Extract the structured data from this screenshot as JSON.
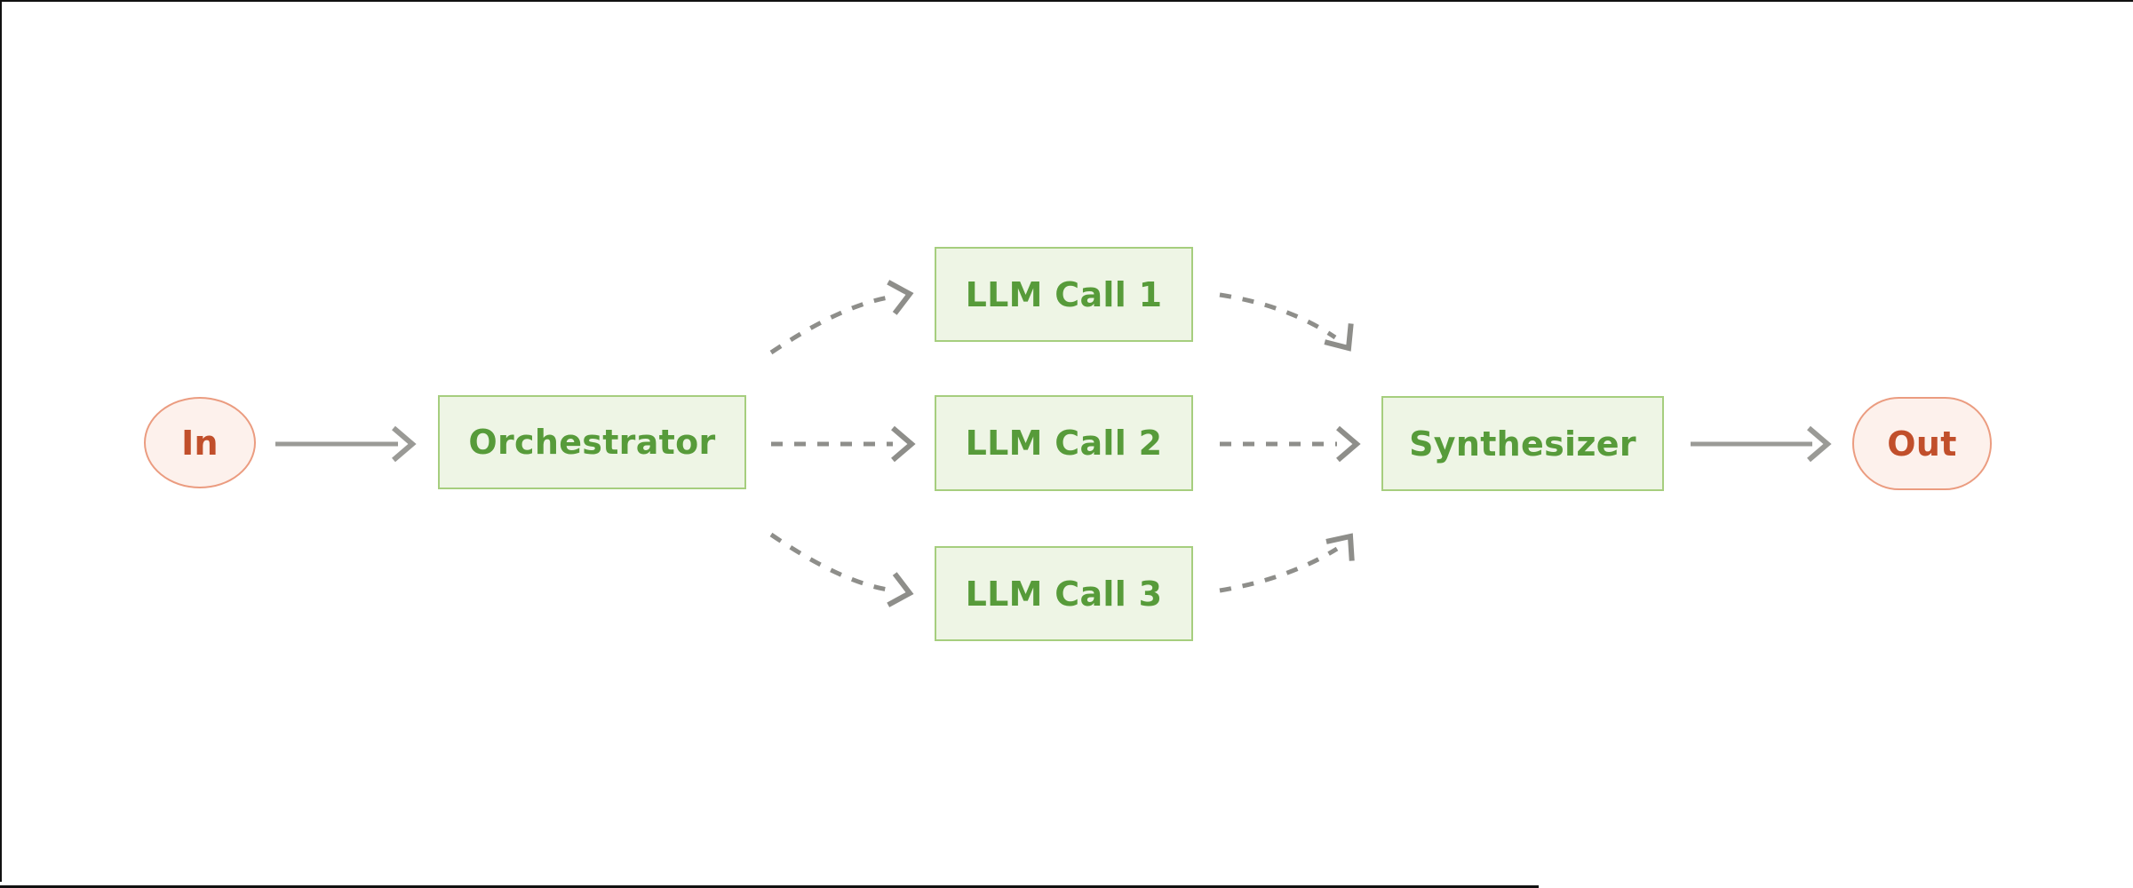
{
  "diagram": {
    "nodes": {
      "in": {
        "label": "In"
      },
      "orchestrator": {
        "label": "Orchestrator"
      },
      "llm_call_1": {
        "label": "LLM Call 1"
      },
      "llm_call_2": {
        "label": "LLM Call 2"
      },
      "llm_call_3": {
        "label": "LLM Call 3"
      },
      "synthesizer": {
        "label": "Synthesizer"
      },
      "out": {
        "label": "Out"
      }
    },
    "edges": [
      {
        "from": "In",
        "to": "Orchestrator",
        "style": "solid"
      },
      {
        "from": "Orchestrator",
        "to": "LLM Call 1",
        "style": "dashed"
      },
      {
        "from": "Orchestrator",
        "to": "LLM Call 2",
        "style": "dashed"
      },
      {
        "from": "Orchestrator",
        "to": "LLM Call 3",
        "style": "dashed"
      },
      {
        "from": "LLM Call 1",
        "to": "Synthesizer",
        "style": "dashed"
      },
      {
        "from": "LLM Call 2",
        "to": "Synthesizer",
        "style": "dashed"
      },
      {
        "from": "LLM Call 3",
        "to": "Synthesizer",
        "style": "dashed"
      },
      {
        "from": "Synthesizer",
        "to": "Out",
        "style": "solid"
      }
    ]
  },
  "colors": {
    "background": "#ffffff",
    "frame_border": "#111111",
    "node_green_fill": "#eef5e5",
    "node_green_border": "#a6ce7e",
    "node_green_text": "#579b3a",
    "node_pink_fill": "#fdf1ec",
    "node_pink_border": "#eb9c80",
    "node_pink_text": "#c14f2b",
    "arrow_solid": "#9a9a96",
    "arrow_dashed": "#8e8e8a"
  }
}
